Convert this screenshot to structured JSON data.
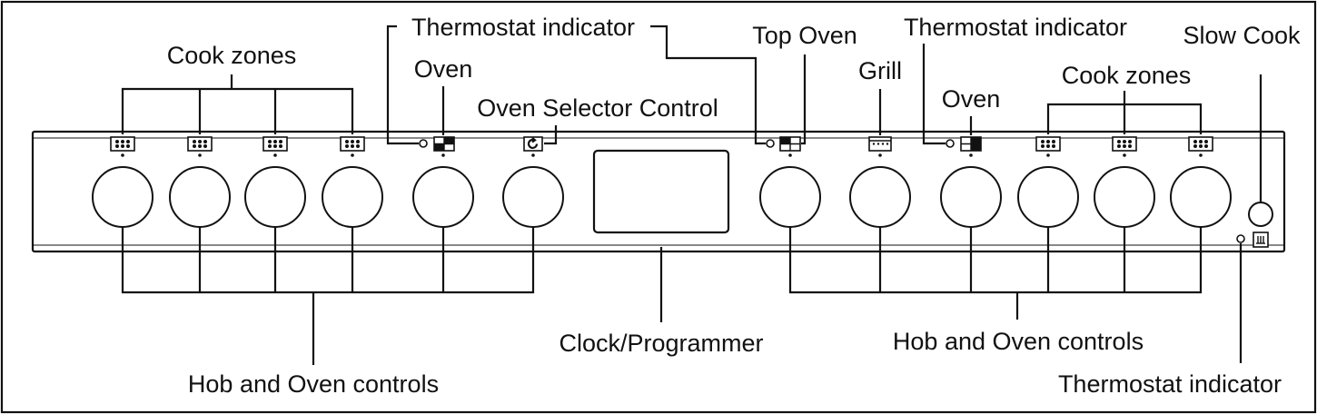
{
  "labels": {
    "cook_zones_left": "Cook zones",
    "oven_left": "Oven",
    "thermostat_indicator_left": "Thermostat indicator",
    "oven_selector_control": "Oven Selector Control",
    "top_oven": "Top Oven",
    "grill": "Grill",
    "thermostat_indicator_center": "Thermostat indicator",
    "oven_right": "Oven",
    "cook_zones_right": "Cook zones",
    "slow_cook": "Slow Cook",
    "clock_programmer": "Clock/Programmer",
    "hob_oven_controls_left": "Hob and Oven controls",
    "hob_oven_controls_right": "Hob and Oven controls",
    "thermostat_indicator_bottom": "Thermostat indicator"
  },
  "knobs": [
    {
      "name": "cook-zone-knob-1",
      "symbol": "cook-zone-icon"
    },
    {
      "name": "cook-zone-knob-2",
      "symbol": "cook-zone-icon"
    },
    {
      "name": "cook-zone-knob-3",
      "symbol": "cook-zone-icon"
    },
    {
      "name": "cook-zone-knob-4",
      "symbol": "cook-zone-icon"
    },
    {
      "name": "oven-knob-left",
      "symbol": "oven-icon"
    },
    {
      "name": "oven-selector-knob",
      "symbol": "oven-selector-icon"
    },
    {
      "name": "top-oven-knob",
      "symbol": "top-oven-icon"
    },
    {
      "name": "grill-knob",
      "symbol": "grill-icon"
    },
    {
      "name": "oven-knob-right",
      "symbol": "oven-icon"
    },
    {
      "name": "cook-zone-knob-5",
      "symbol": "cook-zone-icon"
    },
    {
      "name": "cook-zone-knob-6",
      "symbol": "cook-zone-icon"
    },
    {
      "name": "cook-zone-knob-7",
      "symbol": "cook-zone-icon"
    },
    {
      "name": "slow-cook-knob",
      "symbol": "slow-cook-icon"
    }
  ],
  "colors": {
    "line": "#111111",
    "background": "#ffffff"
  }
}
